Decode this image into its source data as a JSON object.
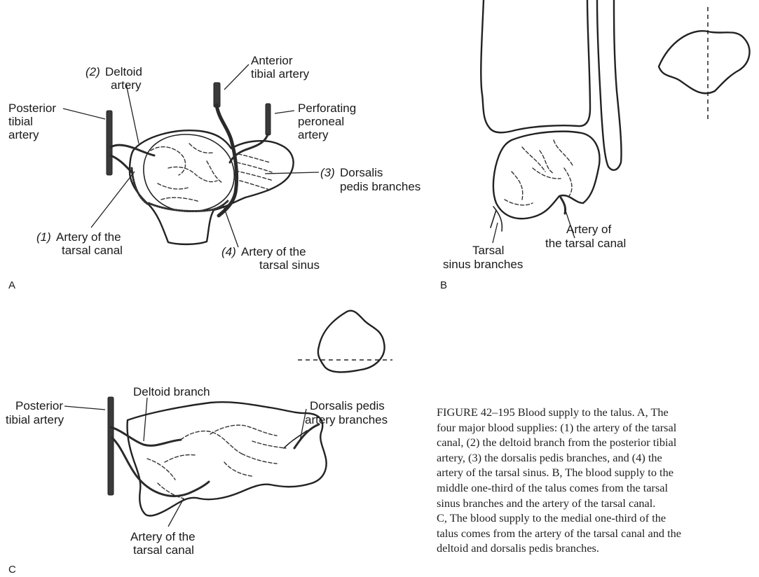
{
  "panels": {
    "a": {
      "letter": "A",
      "labels": {
        "deltoid_num": "(2)",
        "deltoid_l1": "Deltoid",
        "deltoid_l2": "artery",
        "anterior_l1": "Anterior",
        "anterior_l2": "tibial artery",
        "posterior_l1": "Posterior",
        "posterior_l2": "tibial",
        "posterior_l3": "artery",
        "perforating_l1": "Perforating",
        "perforating_l2": "peroneal",
        "perforating_l3": "artery",
        "dorsalis_num": "(3)",
        "dorsalis_l1": "Dorsalis",
        "dorsalis_l2": "pedis branches",
        "canal_num": "(1)",
        "canal_l1": "Artery of the",
        "canal_l2": "tarsal canal",
        "sinus_num": "(4)",
        "sinus_l1": "Artery of the",
        "sinus_l2": "tarsal sinus"
      }
    },
    "b": {
      "letter": "B",
      "labels": {
        "canal_l1": "Artery of",
        "canal_l2": "the tarsal canal",
        "sinus_l1": "Tarsal",
        "sinus_l2": "sinus branches"
      }
    },
    "c": {
      "letter": "C",
      "labels": {
        "deltoid": "Deltoid branch",
        "posterior_l1": "Posterior",
        "posterior_l2": "tibial artery",
        "dorsalis_l1": "Dorsalis pedis",
        "dorsalis_l2": "artery branches",
        "canal_l1": "Artery of the",
        "canal_l2": "tarsal canal"
      }
    }
  },
  "caption": {
    "lines": [
      "FIGURE 42–195   Blood supply to the talus. A, The",
      "four major blood supplies: (1) the artery of the tarsal",
      "canal, (2) the deltoid branch from the posterior tibial",
      "artery, (3) the dorsalis pedis branches, and (4) the",
      "artery of the tarsal sinus. B, The blood supply to the",
      "middle one-third of the talus comes from the tarsal",
      "sinus branches and the artery of the tarsal canal.",
      "C, The blood supply to the medial one-third of the",
      "talus comes from the artery of the tarsal canal and the",
      "deltoid and dorsalis pedis branches."
    ]
  }
}
